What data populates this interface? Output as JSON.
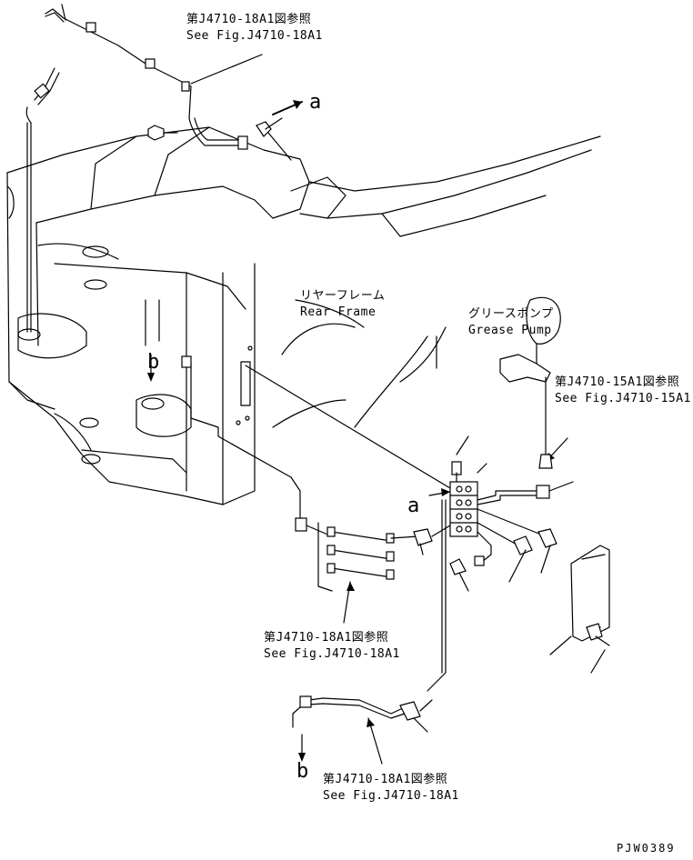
{
  "labels": {
    "ref_top_jp": "第J4710-18A1図参照",
    "ref_top_en": "See Fig.J4710-18A1",
    "rear_frame_jp": "リヤーフレーム",
    "rear_frame_en": "Rear Frame",
    "grease_pump_jp": "グリースポンプ",
    "grease_pump_en": "Grease Pump",
    "ref_pump_jp": "第J4710-15A1図参照",
    "ref_pump_en": "See Fig.J4710-15A1",
    "ref_mid_jp": "第J4710-18A1図参照",
    "ref_mid_en": "See Fig.J4710-18A1",
    "ref_bottom_jp": "第J4710-18A1図参照",
    "ref_bottom_en": "See Fig.J4710-18A1",
    "marker_a_top": "a",
    "marker_a_mid": "a",
    "marker_b_mid": "b",
    "marker_b_bottom": "b",
    "drawing_code": "PJW0389"
  }
}
